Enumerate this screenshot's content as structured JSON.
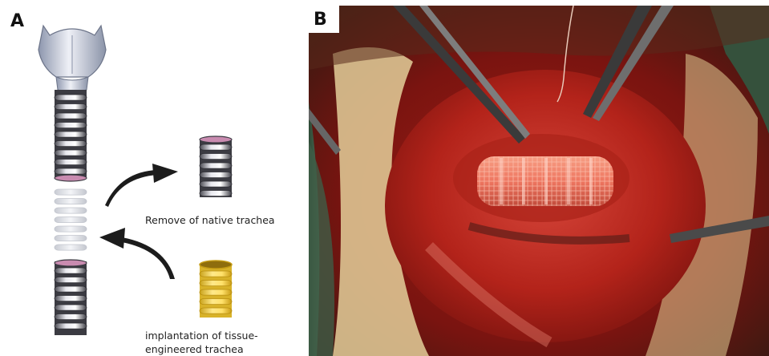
{
  "panel_a": {
    "label": "A",
    "remove_caption": "Remove of native trachea",
    "implant_caption_line1": "implantation of tissue-",
    "implant_caption_line2": "engineered trachea"
  },
  "panel_b": {
    "label": "B"
  },
  "colors": {
    "cartilage_blue": "#5a6f9e",
    "ghost_ring": "#d9dce3",
    "engineered_yellow": "#f2cf3a",
    "tissue_red": "#b8231b"
  }
}
